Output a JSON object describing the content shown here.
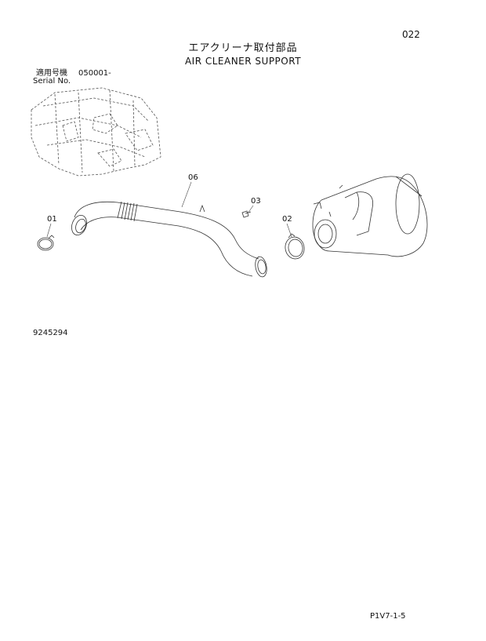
{
  "header": {
    "page_number": "022",
    "title_jp": "エアクリーナ取付部品",
    "title_en": "AIR CLEANER SUPPORT"
  },
  "serial": {
    "label_jp": "適用号機",
    "value": "050001-",
    "label_en": "Serial No."
  },
  "callouts": {
    "c01": "01",
    "c02": "02",
    "c03": "03",
    "c06": "06"
  },
  "drawing_number": "9245294",
  "footer_code": "P1V7-1-5"
}
